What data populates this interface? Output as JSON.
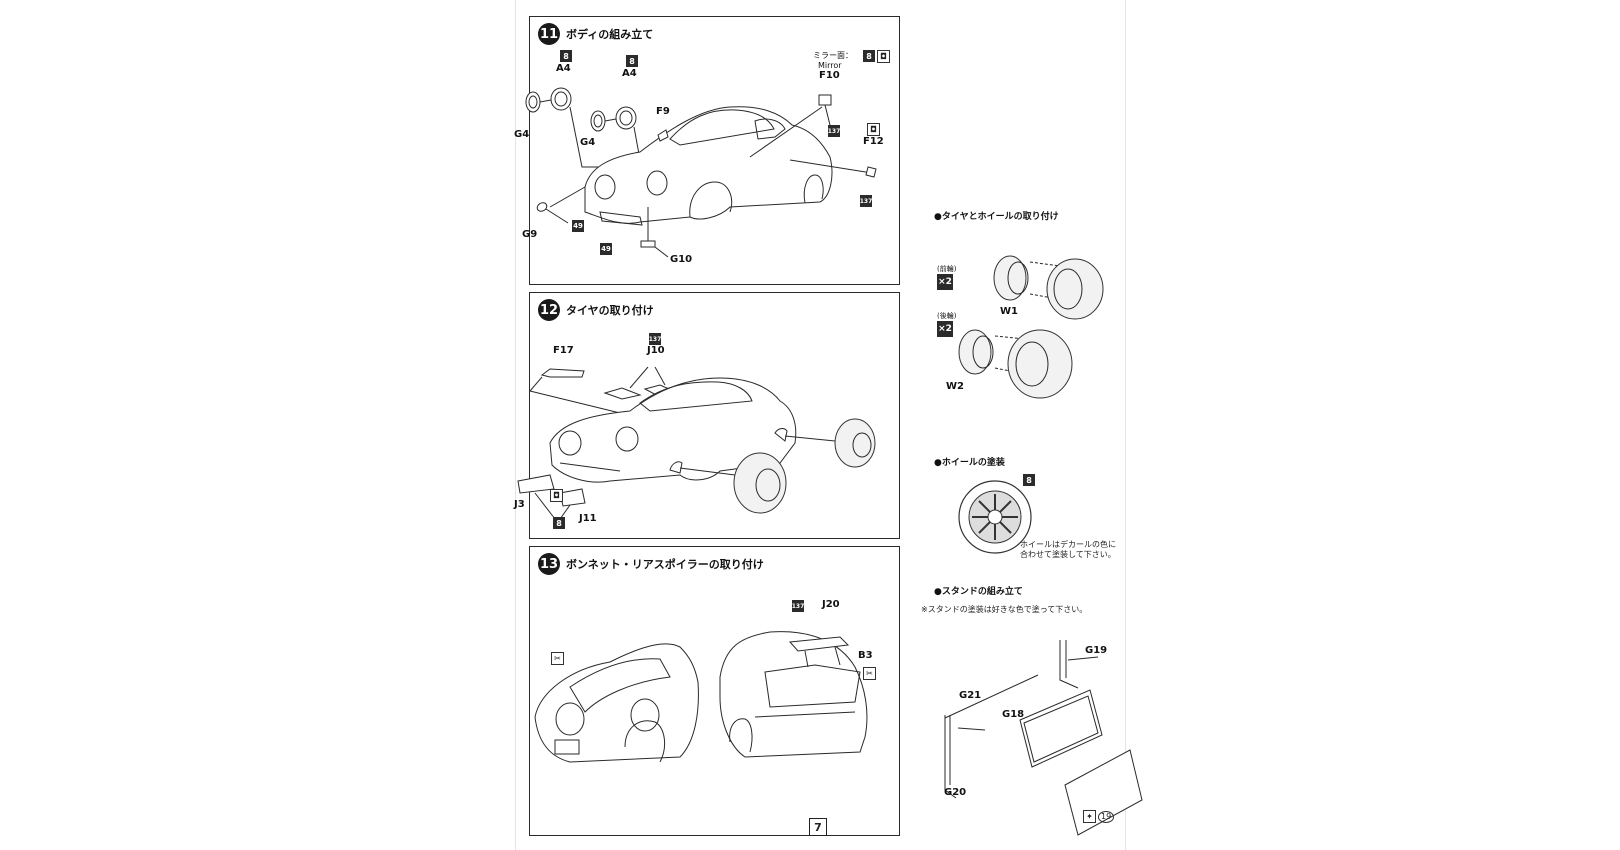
{
  "page_number": "7",
  "steps": [
    {
      "number": "11",
      "title": "ボディの組み立て",
      "labels": {
        "a4_left": "A4",
        "a4_right": "A4",
        "g4_left": "G4",
        "g4_right": "G4",
        "f9": "F9",
        "mirror_jp": "ミラー面：",
        "mirror_en": "Mirror",
        "f10": "F10",
        "f12": "F12",
        "g9": "G9",
        "g10": "G10"
      },
      "paint_codes": {
        "a4_left": "8",
        "a4_right": "8",
        "mirror": "8",
        "f10": "137",
        "f12": "137",
        "g9": "49",
        "g10": "49"
      }
    },
    {
      "number": "12",
      "title": "タイヤの取り付け",
      "labels": {
        "f17": "F17",
        "j10": "J10",
        "j3": "J3",
        "j11": "J11"
      },
      "paint_codes": {
        "j10": "137",
        "j3_j11": "8"
      }
    },
    {
      "number": "13",
      "title": "ボンネット・リアスポイラーの取り付け",
      "labels": {
        "j20": "J20",
        "b3": "B3"
      },
      "paint_codes": {
        "j20": "137"
      }
    }
  ],
  "side": {
    "tire_wheel": {
      "heading": "●タイヤとホイールの取り付け",
      "front_label": "(前輪)",
      "rear_label": "(後輪)",
      "qty": "×2",
      "w1": "W1",
      "w2": "W2"
    },
    "wheel_paint": {
      "heading": "●ホイールの塗装",
      "code": "8",
      "note_line1": "ホイールはデカールの色に",
      "note_line2": "合わせて塗装して下さい。"
    },
    "stand": {
      "heading": "●スタンドの組み立て",
      "note": "※スタンドの塗装は好きな色で塗って下さい。",
      "g19": "G19",
      "g21": "G21",
      "g18": "G18",
      "g20": "G20",
      "decal_no": "19"
    }
  }
}
